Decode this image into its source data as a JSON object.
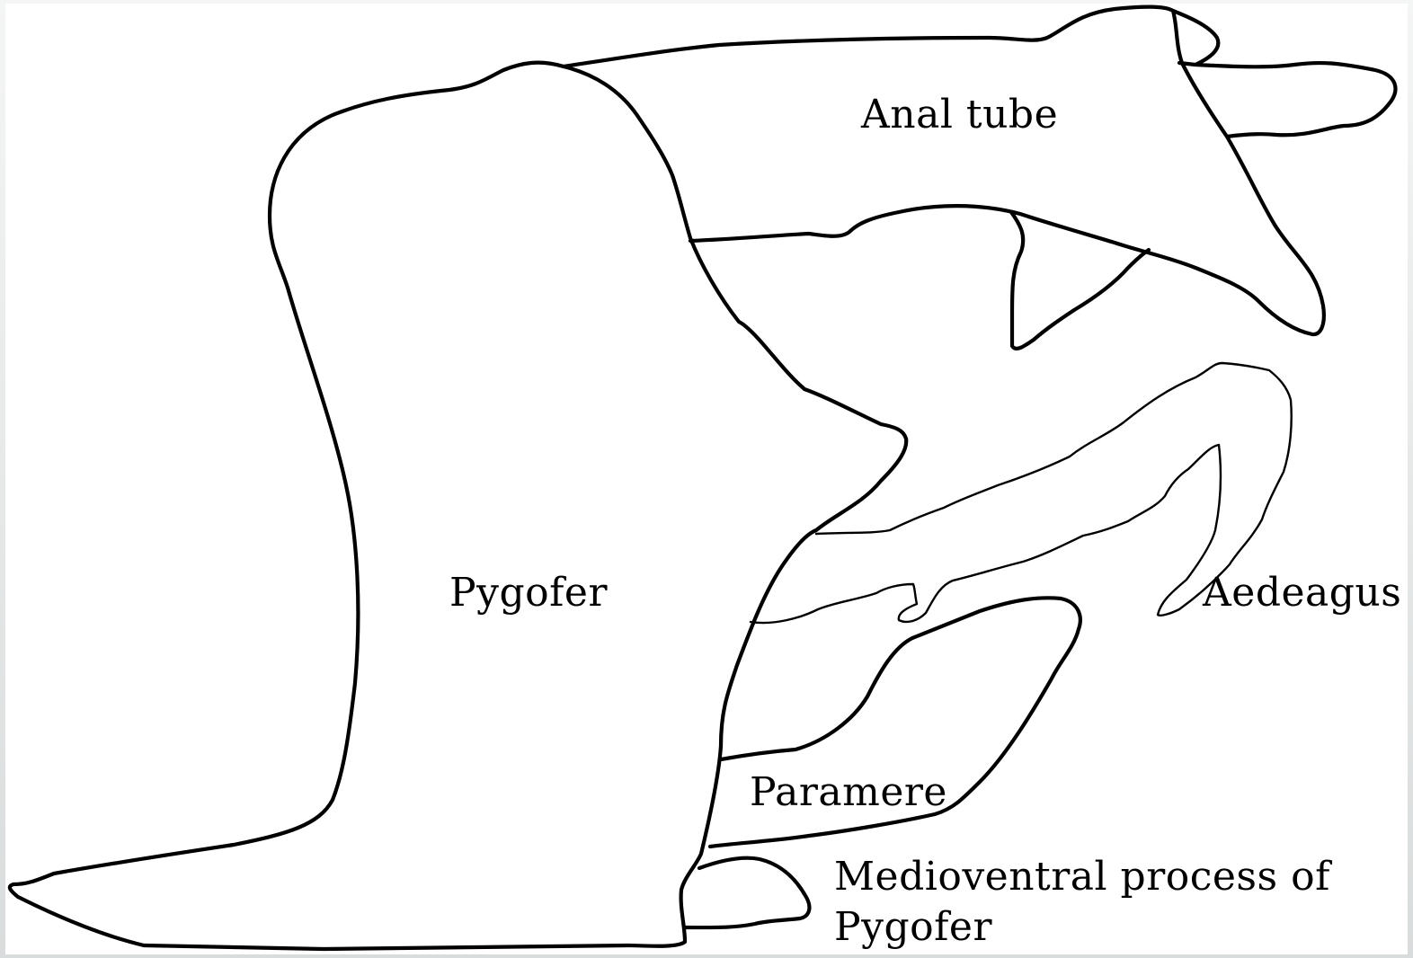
{
  "labels": {
    "anal_tube": "Anal tube",
    "pygofer": "Pygofer",
    "aedeagus": "Aedeagus",
    "paramere": "Paramere",
    "medioventral_line1": "Medioventral process of",
    "medioventral_line2": "Pygofer"
  },
  "colors": {
    "stroke": "#000000",
    "background": "#ffffff"
  }
}
